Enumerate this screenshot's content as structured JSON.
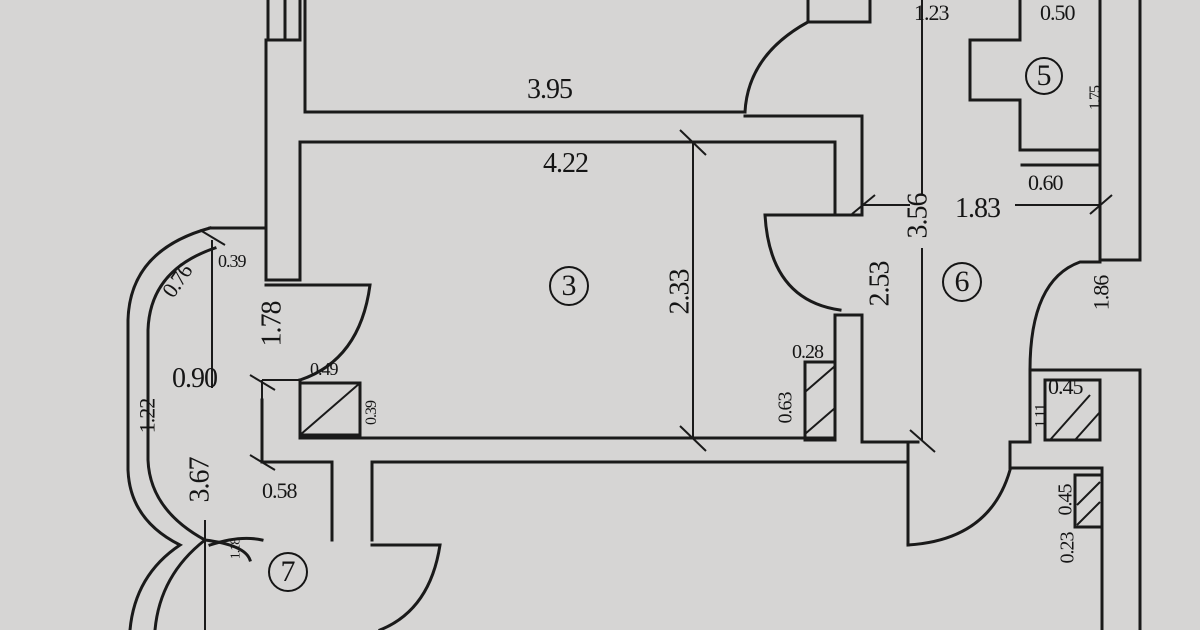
{
  "plan": {
    "type": "apartment floor plan",
    "colors": {
      "background": "#d6d5d4",
      "lines": "#1a1a1a"
    },
    "rooms": [
      {
        "id": "3",
        "label": "3"
      },
      {
        "id": "5",
        "label": "5"
      },
      {
        "id": "6",
        "label": "6"
      },
      {
        "id": "7",
        "label": "7"
      }
    ],
    "dimensions": {
      "d395": "3.95",
      "d422": "4.22",
      "d233": "2.33",
      "d123": "1.23",
      "d050": "0.50",
      "d356": "3.56",
      "d183": "1.83",
      "d060": "0.60",
      "d253": "2.53",
      "d186": "1.86",
      "d076": "0.76",
      "d039a": "0.39",
      "d178": "1.78",
      "d090": "0.90",
      "d122": "1.22",
      "d049": "0.49",
      "d039b": "0.39",
      "d028": "0.28",
      "d063": "0.63",
      "d045a": "0.45",
      "d111": "1.11",
      "d045b": "0.45",
      "d023": "0.23",
      "d367": "3.67",
      "d058": "0.58",
      "d118": "1.18",
      "d175": "1.75"
    }
  }
}
